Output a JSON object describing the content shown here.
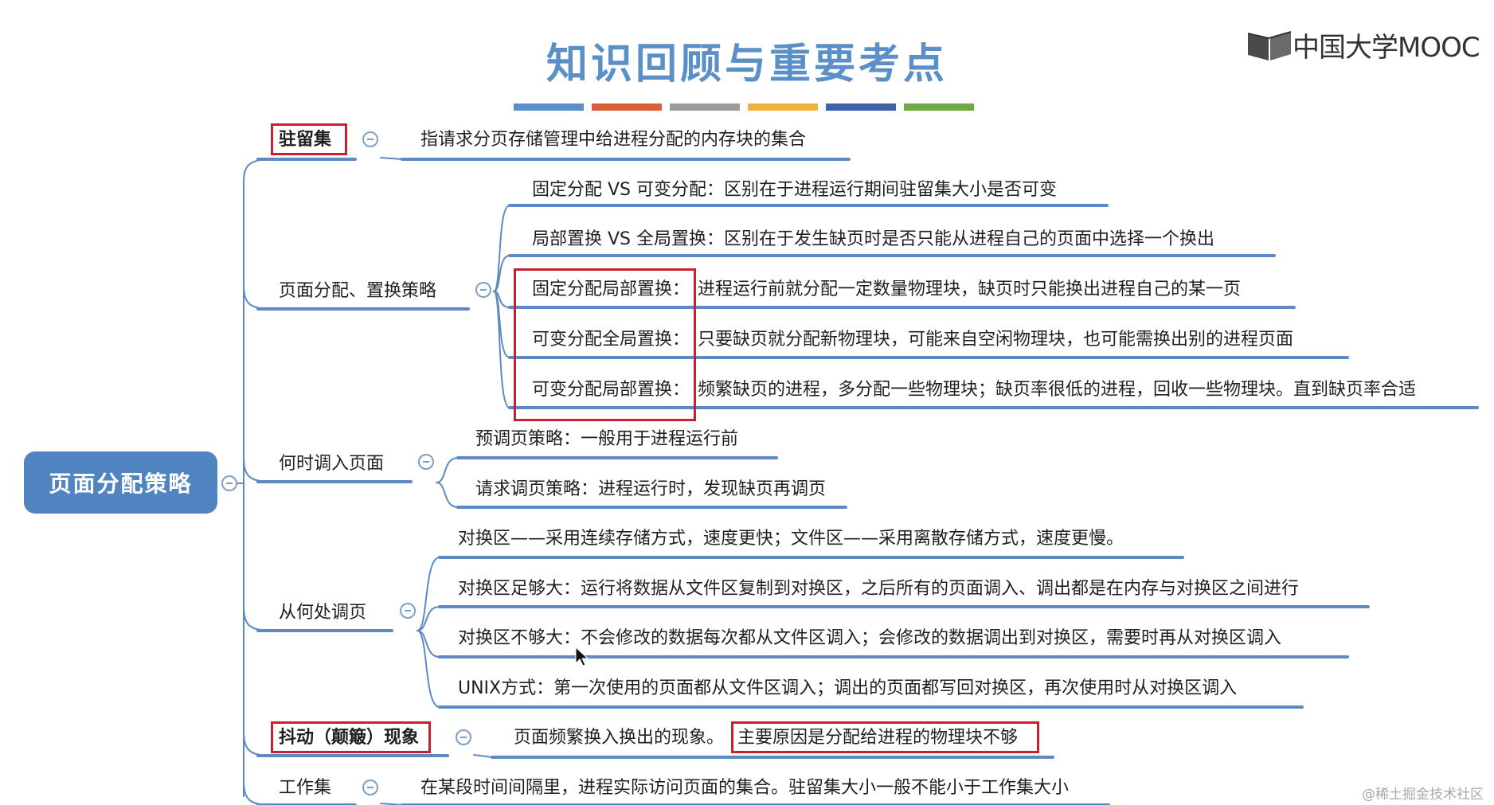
{
  "title": "知识回顾与重要考点",
  "logo_text": "中国大学MOOC",
  "watermark": "@稀土掘金技术社区",
  "colors": {
    "bar_colors": [
      "#5b8fc7",
      "#d9603b",
      "#9b9b9b",
      "#f0b43c",
      "#3f65a8",
      "#71a846"
    ],
    "root_bg": "#5085c1",
    "line": "#5d8ac2",
    "highlight": "#c8202e"
  },
  "root": "页面分配策略",
  "branches": {
    "resident_set": {
      "label": "驻留集",
      "items": [
        "指请求分页存储管理中给进程分配的内存块的集合"
      ]
    },
    "allocation": {
      "label": "页面分配、置换策略",
      "items": [
        "固定分配 VS 可变分配：区别在于进程运行期间驻留集大小是否可变",
        "局部置换 VS 全局置换：区别在于发生缺页时是否只能从进程自己的页面中选择一个换出"
      ],
      "strategies": [
        {
          "name": "固定分配局部置换：",
          "desc": "进程运行前就分配一定数量物理块，缺页时只能换出进程自己的某一页"
        },
        {
          "name": "可变分配全局置换：",
          "desc": "只要缺页就分配新物理块，可能来自空闲物理块，也可能需换出别的进程页面"
        },
        {
          "name": "可变分配局部置换：",
          "desc": "频繁缺页的进程，多分配一些物理块；缺页率很低的进程，回收一些物理块。直到缺页率合适"
        }
      ]
    },
    "when": {
      "label": "何时调入页面",
      "items": [
        "预调页策略：一般用于进程运行前",
        "请求调页策略：进程运行时，发现缺页再调页"
      ]
    },
    "where": {
      "label": "从何处调页",
      "items": [
        "对换区——采用连续存储方式，速度更快；文件区——采用离散存储方式，速度更慢。",
        "对换区足够大：运行将数据从文件区复制到对换区，之后所有的页面调入、调出都是在内存与对换区之间进行",
        "对换区不够大：不会修改的数据每次都从文件区调入；会修改的数据调出到对换区，需要时再从对换区调入",
        "UNIX方式：第一次使用的页面都从文件区调入；调出的页面都写回对换区，再次使用时从对换区调入"
      ]
    },
    "thrashing": {
      "label": "抖动（颠簸）现象",
      "desc": "页面频繁换入换出的现象。",
      "cause": "主要原因是分配给进程的物理块不够"
    },
    "working_set": {
      "label": "工作集",
      "items": [
        "在某段时间间隔里，进程实际访问页面的集合。驻留集大小一般不能小于工作集大小"
      ]
    }
  }
}
